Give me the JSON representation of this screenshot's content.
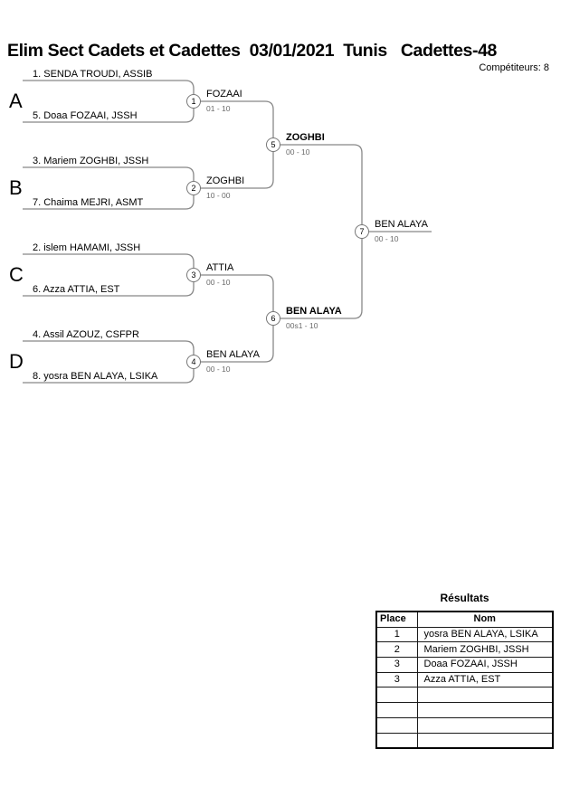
{
  "page": {
    "title": "Elim Sect Cadets et Cadettes  03/01/2021  Tunis   Cadettes-48",
    "competitors_label": "Compétiteurs: 8"
  },
  "colors": {
    "bracket_line": "#888888",
    "score_text": "#6b6b6b"
  },
  "bracket": {
    "sections": [
      {
        "letter": "A",
        "top": "1. SENDA TROUDI, ASSIB",
        "bottom": "5. Doaa FOZAAI, JSSH"
      },
      {
        "letter": "B",
        "top": "3. Mariem ZOGHBI, JSSH",
        "bottom": "7. Chaima MEJRI, ASMT"
      },
      {
        "letter": "C",
        "top": "2. islem HAMAMI, JSSH",
        "bottom": "6. Azza ATTIA, EST"
      },
      {
        "letter": "D",
        "top": "4. Assil AZOUZ, CSFPR",
        "bottom": "8. yosra BEN ALAYA, LSIKA"
      }
    ],
    "matches": [
      {
        "number": "1",
        "winner": "FOZAAI",
        "score": "01 - 10"
      },
      {
        "number": "2",
        "winner": "ZOGHBI",
        "score": "10 - 00"
      },
      {
        "number": "3",
        "winner": "ATTIA",
        "score": "00 - 10"
      },
      {
        "number": "4",
        "winner": "BEN ALAYA",
        "score": "00 - 10"
      },
      {
        "number": "5",
        "winner": "ZOGHBI",
        "score": "00 - 10"
      },
      {
        "number": "6",
        "winner": "BEN ALAYA",
        "score": "00s1 - 10"
      },
      {
        "number": "7",
        "winner": "BEN ALAYA",
        "score": "00 - 10"
      }
    ]
  },
  "results": {
    "title": "Résultats",
    "columns": {
      "place": "Place",
      "name": "Nom"
    },
    "rows": [
      {
        "place": "1",
        "name": "yosra BEN ALAYA, LSIKA"
      },
      {
        "place": "2",
        "name": "Mariem ZOGHBI, JSSH"
      },
      {
        "place": "3",
        "name": "Doaa FOZAAI, JSSH"
      },
      {
        "place": "3",
        "name": "Azza ATTIA, EST"
      },
      {
        "place": "",
        "name": ""
      },
      {
        "place": "",
        "name": ""
      },
      {
        "place": "",
        "name": ""
      },
      {
        "place": "",
        "name": ""
      }
    ]
  }
}
